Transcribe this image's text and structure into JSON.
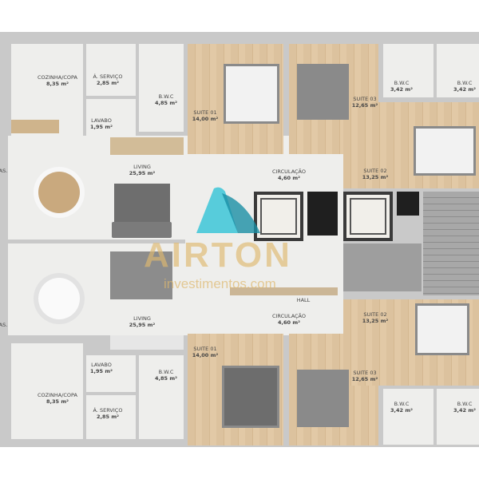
{
  "top_unit": {
    "kitchen": {
      "name": "COZINHA/COPA",
      "area": "8,35 m²"
    },
    "service": {
      "name": "Á. SERVIÇO",
      "area": "2,85 m²"
    },
    "lavabo": {
      "name": "LAVABO",
      "area": "1,95 m²"
    },
    "bwc": {
      "name": "B.W.C",
      "area": "4,85 m²"
    },
    "suite01": {
      "name": "SUITE 01",
      "area": "14,00 m²"
    },
    "suite03": {
      "name": "SUITE 03",
      "area": "12,65 m²"
    },
    "bwc_a": {
      "name": "B.W.C",
      "area": "3,42 m²"
    },
    "bwc_b": {
      "name": "B.W.C",
      "area": "3,42 m²"
    },
    "suite02": {
      "name": "SUITE 02",
      "area": "13,25 m²"
    },
    "living": {
      "name": "LIVING",
      "area": "25,95 m²"
    },
    "circulation": {
      "name": "CIRCULAÇÃO",
      "area": "4,60 m²"
    },
    "balcony_partial": "AS."
  },
  "bottom_unit": {
    "kitchen": {
      "name": "COZINHA/COPA",
      "area": "8,35 m²"
    },
    "service": {
      "name": "Á. SERVIÇO",
      "area": "2,85 m²"
    },
    "lavabo": {
      "name": "LAVABO",
      "area": "1,95 m²"
    },
    "bwc": {
      "name": "B.W.C",
      "area": "4,85 m²"
    },
    "suite01": {
      "name": "SUITE 01",
      "area": "14,00 m²"
    },
    "suite03": {
      "name": "SUITE 03",
      "area": "12,65 m²"
    },
    "bwc_a": {
      "name": "B.W.C",
      "area": "3,42 m²"
    },
    "bwc_b": {
      "name": "B.W.C",
      "area": "3,42 m²"
    },
    "suite02": {
      "name": "SUITE 02",
      "area": "13,25 m²"
    },
    "living": {
      "name": "LIVING",
      "area": "25,95 m²"
    },
    "circulation": {
      "name": "CIRCULAÇÃO",
      "area": "4,60 m²"
    },
    "balcony_partial": "AS."
  },
  "hall": {
    "name": "HALL"
  },
  "watermark": {
    "brand": "AIRTON",
    "site": "investimentos.com",
    "accent": "#3cc6d8"
  }
}
